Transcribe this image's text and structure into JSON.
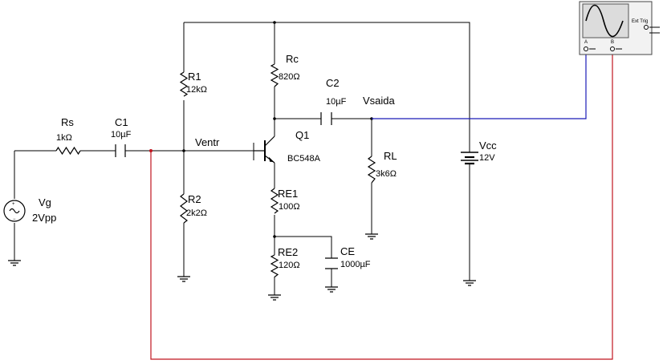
{
  "schematic": {
    "source": {
      "name": "Vg",
      "value": "2Vpp"
    },
    "rs": {
      "name": "Rs",
      "value": "1kΩ"
    },
    "c1": {
      "name": "C1",
      "value": "10µF"
    },
    "r1": {
      "name": "R1",
      "value": "12kΩ"
    },
    "r2": {
      "name": "R2",
      "value": "2k2Ω"
    },
    "rc": {
      "name": "Rc",
      "value": "820Ω"
    },
    "c2": {
      "name": "C2",
      "value": "10µF"
    },
    "q1": {
      "name": "Q1",
      "value": "BC548A"
    },
    "re1": {
      "name": "RE1",
      "value": "100Ω"
    },
    "re2": {
      "name": "RE2",
      "value": "120Ω"
    },
    "ce": {
      "name": "CE",
      "value": "1000µF"
    },
    "rl": {
      "name": "RL",
      "value": "3k6Ω"
    },
    "vcc": {
      "name": "Vcc",
      "value": "12V"
    },
    "nodes": {
      "input": "Ventr",
      "output": "Vsaida"
    },
    "scope": {
      "ext_trig": "Ext Trig",
      "channel_a": "A",
      "channel_b": "B"
    }
  },
  "colors": {
    "wire": "#000000",
    "probe_a": "#1a1ab8",
    "probe_b": "#c0141e"
  }
}
